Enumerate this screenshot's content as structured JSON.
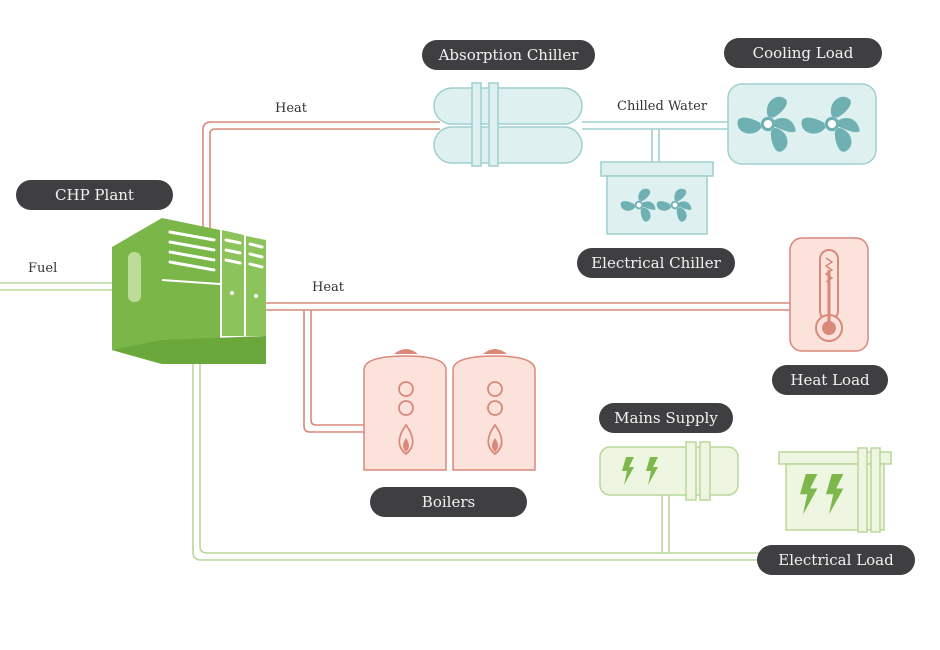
{
  "labels": {
    "chp_plant": "CHP Plant",
    "absorption_chiller": "Absorption Chiller",
    "cooling_load": "Cooling Load",
    "electrical_chiller": "Electrical Chiller",
    "heat_load": "Heat Load",
    "boilers": "Boilers",
    "mains_supply": "Mains Supply",
    "electrical_load": "Electrical Load"
  },
  "flows": {
    "fuel": "Fuel",
    "heat_top": "Heat",
    "heat_middle": "Heat",
    "chilled_water": "Chilled Water"
  },
  "colors": {
    "heat_line": "#d9887a",
    "heat_fill": "#fbe3dc",
    "cool_line": "#9fcfcf",
    "cool_fill": "#dff0f0",
    "cool_icon": "#6fb1b3",
    "elec_line": "#b9d79a",
    "elec_fill": "#eef6e2",
    "elec_icon": "#7eb84c",
    "chp_green": "#7ab648",
    "pill_bg": "#3f3f41",
    "pill_text": "#f2f2f2"
  },
  "icons": {
    "chp_plant": "chp-building-icon",
    "absorption_chiller": "tank-icon",
    "cooling_load": "fan-icon",
    "electrical_chiller": "fan-icon",
    "heat_load": "thermometer-icon",
    "boilers": "flame-icon",
    "mains_supply": "lightning-icon",
    "electrical_load": "lightning-icon"
  }
}
